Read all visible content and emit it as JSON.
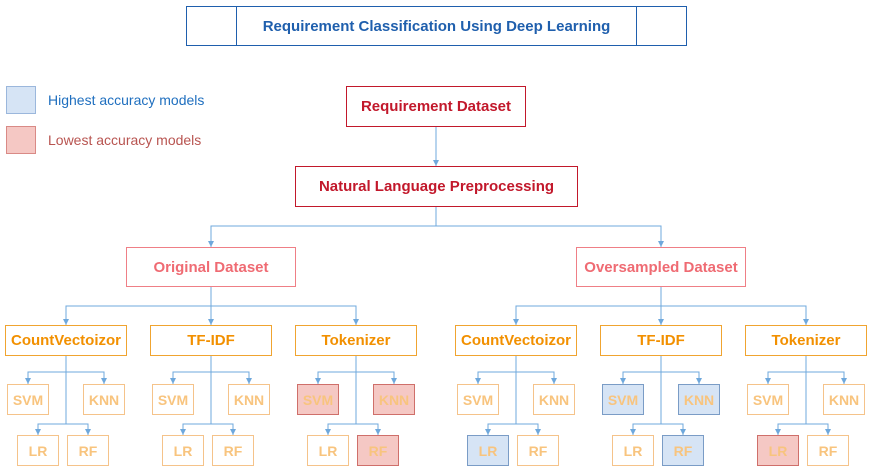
{
  "title": "Requirement Classification Using Deep Learning",
  "legend": {
    "highest": {
      "label": "Highest accuracy models",
      "color": "#d6e4f5",
      "text_color": "#1f6fbf"
    },
    "lowest": {
      "label": "Lowest accuracy models",
      "color": "#f5c8c4",
      "text_color": "#b85450"
    }
  },
  "pipeline": {
    "dataset": "Requirement Dataset",
    "preprocessing": "Natural Language Preprocessing"
  },
  "branches": [
    {
      "label": "Original Dataset",
      "methods": [
        {
          "label": "CountVectoizor",
          "models": {
            "svm": "SVM",
            "knn": "KNN",
            "lr": "LR",
            "rf": "RF"
          },
          "highlight": {}
        },
        {
          "label": "TF-IDF",
          "models": {
            "svm": "SVM",
            "knn": "KNN",
            "lr": "LR",
            "rf": "RF"
          },
          "highlight": {}
        },
        {
          "label": "Tokenizer",
          "models": {
            "svm": "SVM",
            "knn": "KNN",
            "lr": "LR",
            "rf": "RF"
          },
          "highlight": {
            "svm": "lowest",
            "knn": "lowest",
            "rf": "lowest"
          }
        }
      ]
    },
    {
      "label": "Oversampled Dataset",
      "methods": [
        {
          "label": "CountVectoizor",
          "models": {
            "svm": "SVM",
            "knn": "KNN",
            "lr": "LR",
            "rf": "RF"
          },
          "highlight": {
            "lr": "highest"
          }
        },
        {
          "label": "TF-IDF",
          "models": {
            "svm": "SVM",
            "knn": "KNN",
            "lr": "LR",
            "rf": "RF"
          },
          "highlight": {
            "svm": "highest",
            "knn": "highest",
            "rf": "highest"
          }
        },
        {
          "label": "Tokenizer",
          "models": {
            "svm": "SVM",
            "knn": "KNN",
            "lr": "LR",
            "rf": "RF"
          },
          "highlight": {
            "lr": "lowest"
          }
        }
      ]
    }
  ],
  "colors": {
    "edge": "#6fa8dc",
    "title": "#1f5fad"
  }
}
